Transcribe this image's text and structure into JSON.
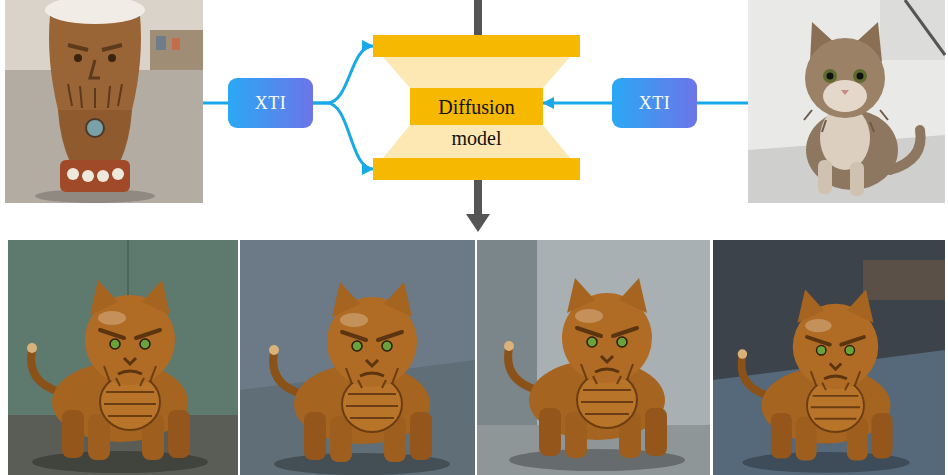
{
  "diagram": {
    "nodes": [
      {
        "text": [
          "XTI"
        ]
      },
      {
        "text": [
          "Diffusion model"
        ]
      },
      {
        "text": [
          "XTI"
        ]
      }
    ],
    "edges": [
      {
        "from": 0,
        "to": 1,
        "arrow": "to"
      },
      {
        "from": 2,
        "to": 1,
        "arrow": "to"
      }
    ]
  }
}
